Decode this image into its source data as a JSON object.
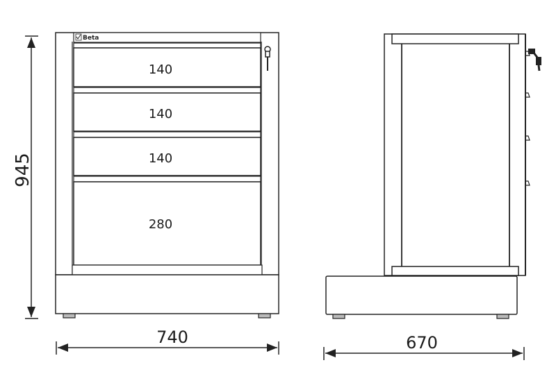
{
  "drawing": {
    "type": "technical-dimension-drawing",
    "views": [
      "front",
      "side"
    ]
  },
  "front_view": {
    "brand_label": "Beta",
    "drawers": [
      {
        "height_label": "140"
      },
      {
        "height_label": "140"
      },
      {
        "height_label": "140"
      },
      {
        "height_label": "280"
      }
    ],
    "lock": "key-lock"
  },
  "dimensions": {
    "height": "945",
    "front_width": "740",
    "side_depth": "670"
  },
  "colors": {
    "line": "#222222",
    "background": "#ffffff"
  }
}
